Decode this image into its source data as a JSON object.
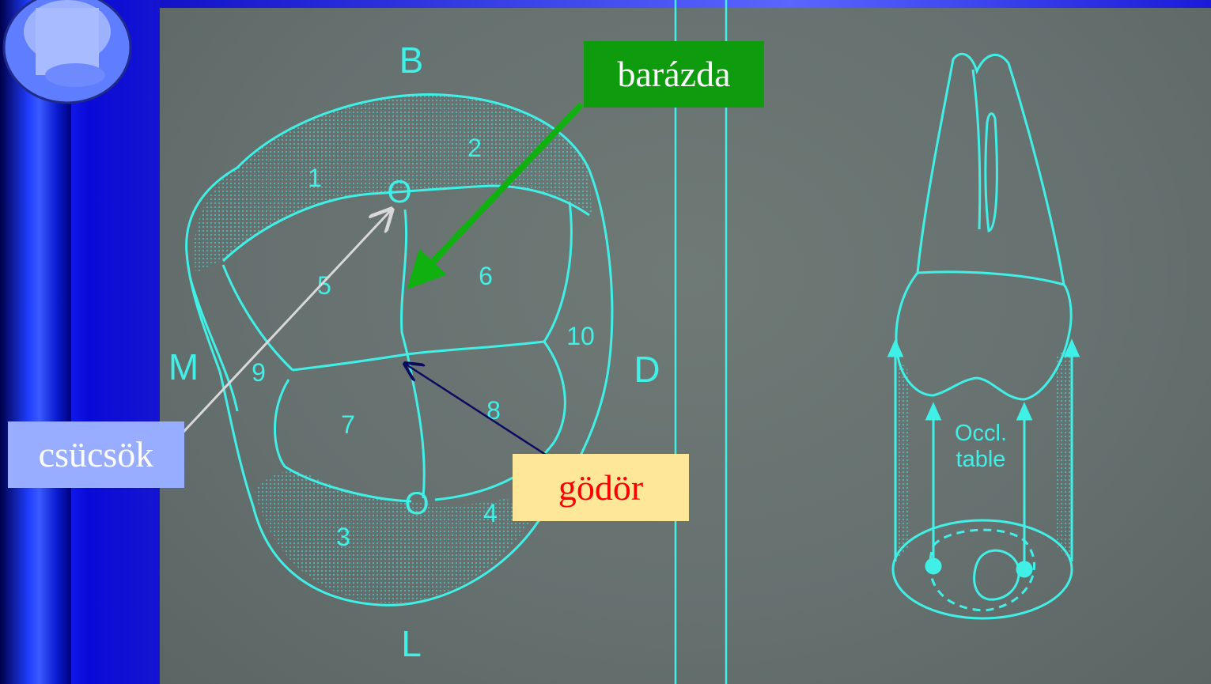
{
  "diagram": {
    "orientation": {
      "top": "B",
      "bottom": "L",
      "left": "M",
      "right": "D"
    },
    "region_numbers": [
      "1",
      "2",
      "3",
      "4",
      "5",
      "6",
      "7",
      "8",
      "9",
      "10"
    ],
    "cusp_marks": [
      "O",
      "O"
    ],
    "side_view_label": [
      "Occl.",
      "table"
    ]
  },
  "callouts": {
    "groove": "barázda",
    "fossa": "gödör",
    "cusps": "csücsök"
  },
  "colors": {
    "outline": "#40f0e6",
    "groove_box": "#0e9b0e",
    "fossa_box": "#ffe79a",
    "fossa_text": "#ff0000",
    "cusps_box": "#98adff",
    "arrow_groove": "#10b010",
    "arrow_fossa": "#0a0a60",
    "arrow_cusps": "#d8d8d8"
  }
}
